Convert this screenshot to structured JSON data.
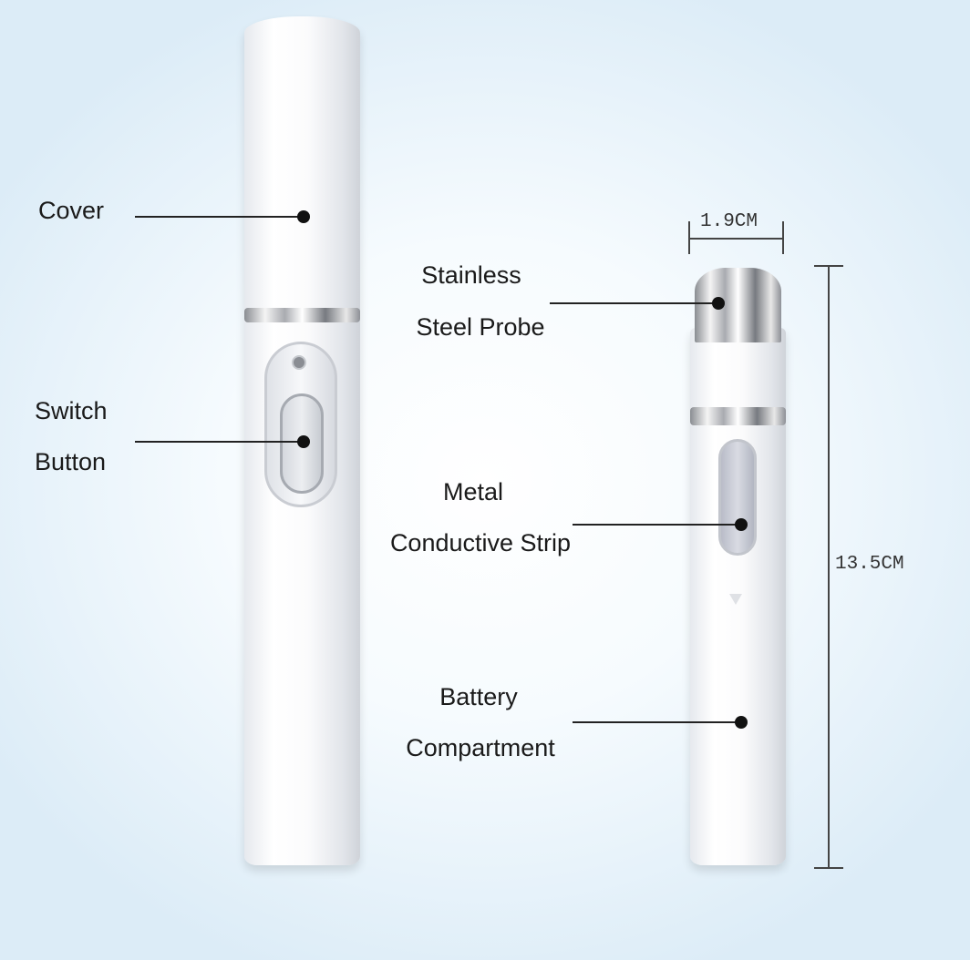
{
  "labels": {
    "cover": "Cover",
    "switch_button": [
      "Switch",
      "Button"
    ],
    "probe": [
      "Stainless",
      "Steel Probe"
    ],
    "strip": [
      "Metal",
      "Conductive Strip"
    ],
    "battery": [
      "Battery",
      "Compartment"
    ]
  },
  "dimensions": {
    "width": "1.9CM",
    "height": "13.5CM"
  }
}
